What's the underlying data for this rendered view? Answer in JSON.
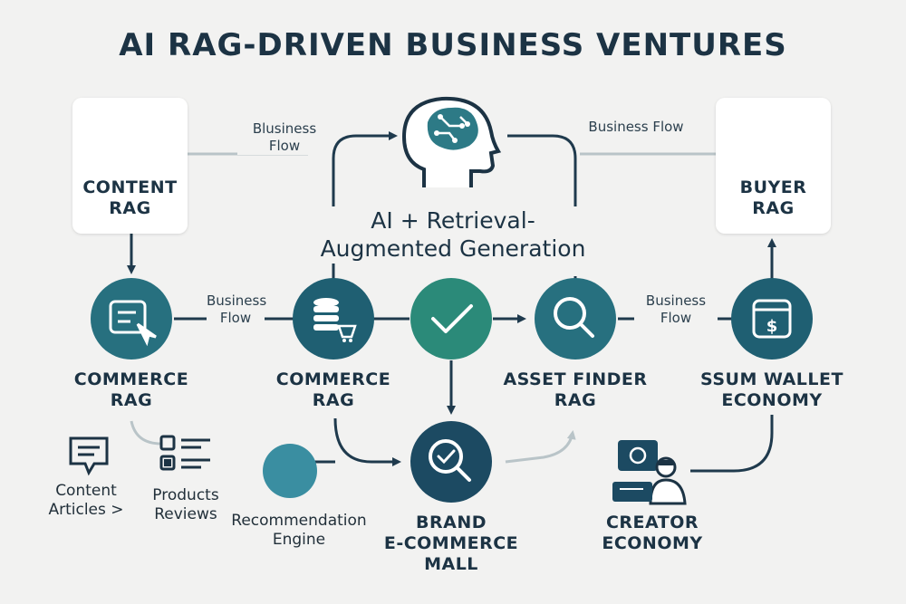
{
  "title": "AI RAG-DRIVEN BUSINESS VENTURES",
  "center_label": {
    "line1": "AI + Retrieval-",
    "line2": "Augmented Generation"
  },
  "flow_labels": {
    "top_left_1": "Blusiness",
    "top_left_2": "Flow",
    "top_right": "Business Flow",
    "mid_left_1": "Business",
    "mid_left_2": "Flow",
    "mid_right_1": "Business",
    "mid_right_2": "Flow"
  },
  "nodes": {
    "content_rag": {
      "line1": "CONTENT",
      "line2": "RAG"
    },
    "buyer_rag": {
      "line1": "BUYER",
      "line2": "RAG"
    },
    "commerce_rag_1": {
      "line1": "COMMERCE",
      "line2": "RAG"
    },
    "commerce_rag_2": {
      "line1": "COMMERCE",
      "line2": "RAG"
    },
    "asset_finder": {
      "line1": "ASSET FINDER",
      "line2": "RAG"
    },
    "ssum_wallet": {
      "line1": "SSUM WALLET",
      "line2": "ECONOMY"
    },
    "brand_mall": {
      "line1": "BRAND",
      "line2": "E-COMMERCE",
      "line3": "MALL"
    },
    "creator_economy": {
      "line1": "CREATOR",
      "line2": "ECONOMY"
    },
    "recommendation": {
      "line1": "Recommendation",
      "line2": "Engine"
    },
    "content_articles": {
      "line1": "Content",
      "line2": "Articles >"
    },
    "products_reviews": {
      "line1": "Products",
      "line2": "Reviews"
    }
  },
  "icons": {
    "content": "image-icon",
    "buyer": "coins-dollar-icon",
    "commerce1": "document-cursor-icon",
    "commerce2": "database-cart-icon",
    "check": "check-icon",
    "asset": "magnifier-icon",
    "wallet": "wallet-dollar-icon",
    "brand": "search-check-icon",
    "ai": "head-circuit-icon",
    "creator": "creator-desk-icon"
  },
  "colors": {
    "teal_dark": "#1f5f72",
    "teal_mid": "#27707f",
    "teal_green": "#2b8a79",
    "navy": "#1c3344",
    "connector": "#1f3a4d",
    "connector_light": "#b9c4c8"
  }
}
